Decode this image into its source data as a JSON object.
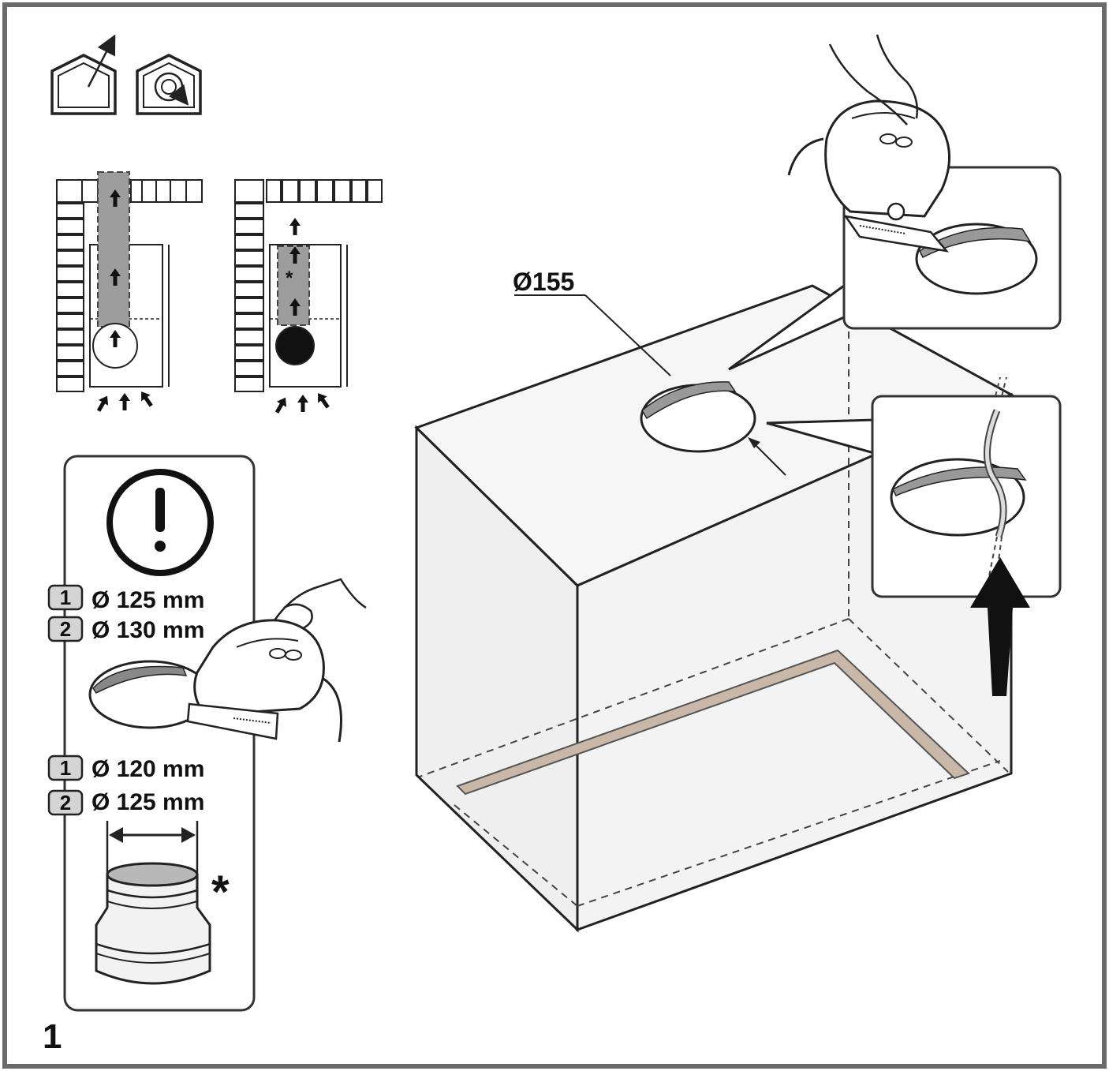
{
  "step_number": "1",
  "labels": {
    "hole_diameter": "Ø155",
    "adapter_star": "*",
    "flow_star": "*"
  },
  "cut_sizes": [
    {
      "badge": "1",
      "text": "Ø 125 mm"
    },
    {
      "badge": "2",
      "text": "Ø 130 mm"
    }
  ],
  "adapter_sizes": [
    {
      "badge": "1",
      "text": "Ø 120 mm"
    },
    {
      "badge": "2",
      "text": "Ø 125 mm"
    }
  ],
  "icons": {
    "extraction_mode": "house-arrow-out-icon",
    "recirculation_mode": "house-swirl-icon",
    "warning": "exclamation-circle-icon"
  },
  "colors": {
    "line": "#222222",
    "duct_fill": "#9d9d9d",
    "cabinet_fill": "#f0f0f0",
    "trim": "#c9b8a8",
    "panel_border": "#333333"
  }
}
